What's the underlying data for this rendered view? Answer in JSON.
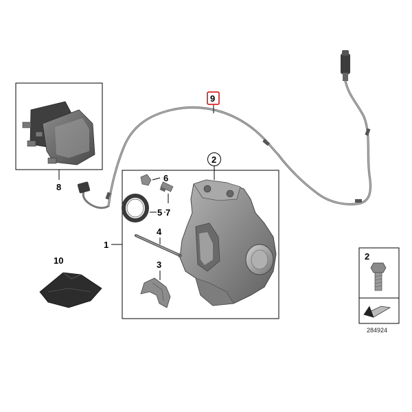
{
  "callouts": {
    "c1": "1",
    "c2": "2",
    "c3": "3",
    "c4": "4",
    "c5": "5",
    "c6": "6",
    "c7": "7",
    "c8": "8",
    "c9": "9",
    "c10": "10",
    "bolt": "2"
  },
  "reference_number": "284924",
  "colors": {
    "highlight_box": "#d40000",
    "caliper": "#8d8d8d",
    "pad": "#5a5a5a",
    "cable": "#7a7a7a"
  }
}
